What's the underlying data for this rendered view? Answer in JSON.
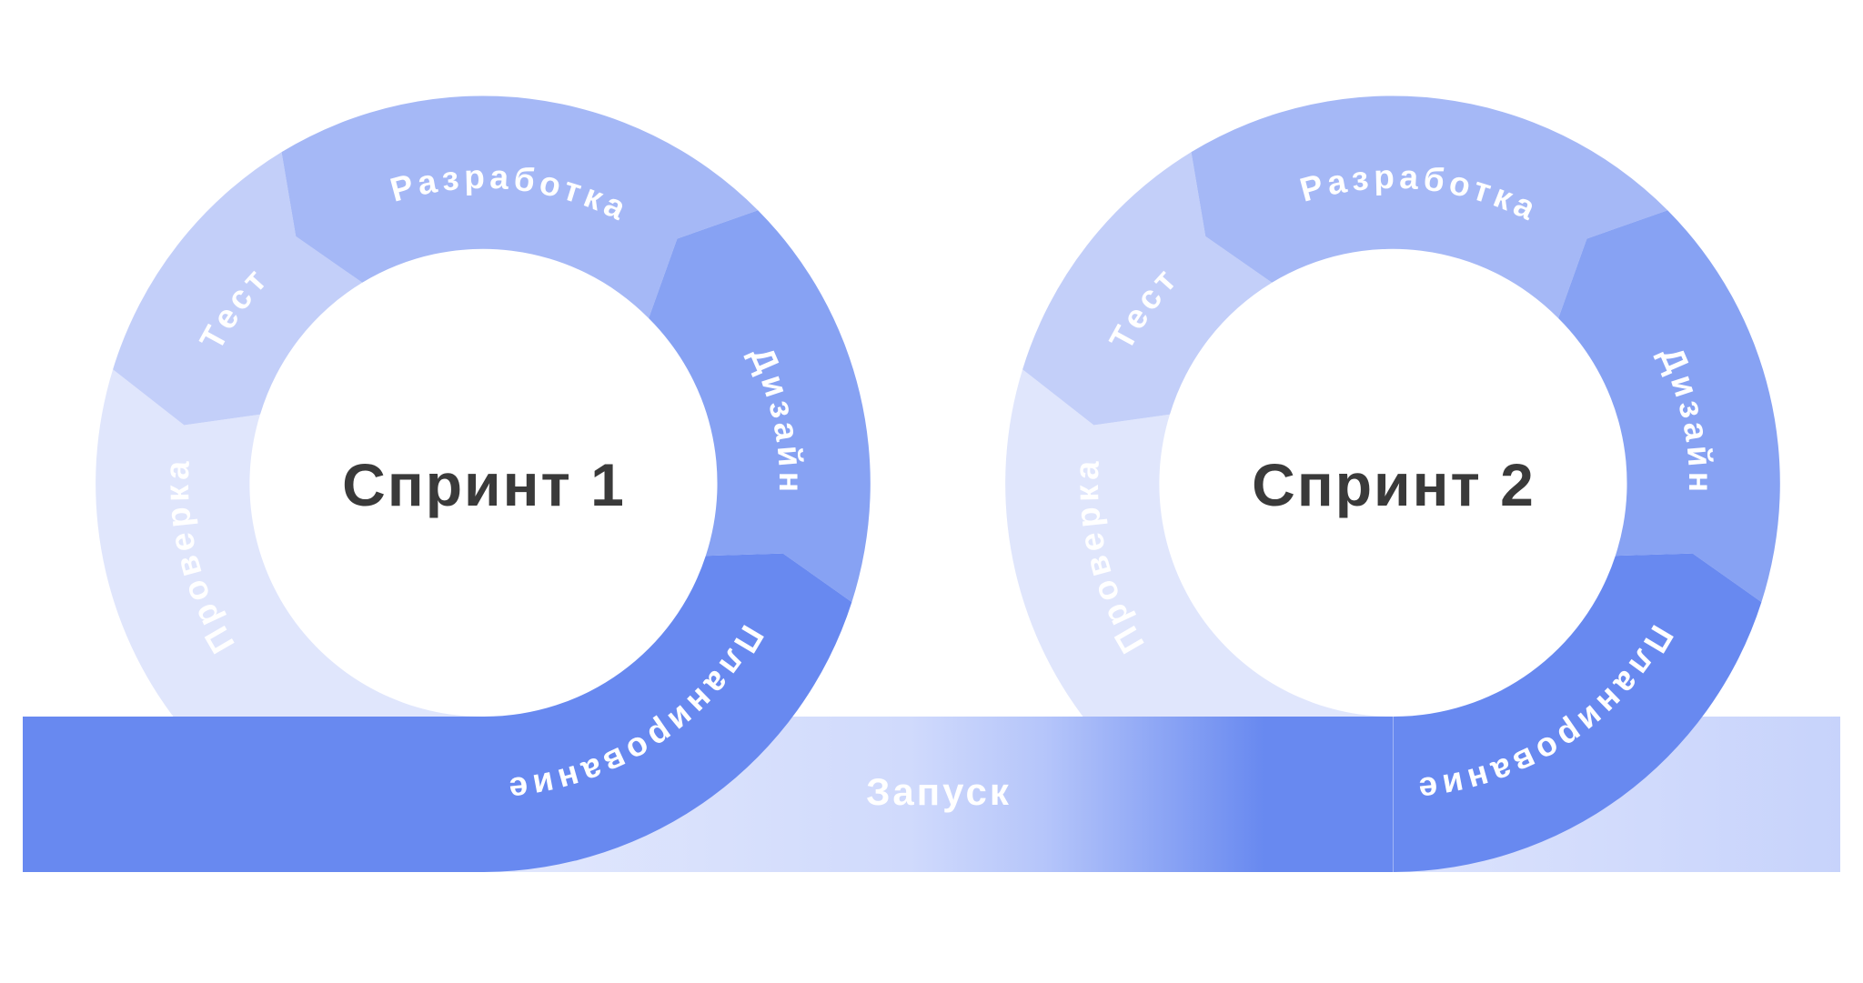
{
  "sprints": [
    {
      "title": "Спринт 1",
      "stages": {
        "development": "Разработка",
        "design": "Дизайн",
        "planning": "Планирование",
        "review": "Проверка",
        "test": "Тест"
      }
    },
    {
      "title": "Спринт 2",
      "stages": {
        "development": "Разработка",
        "design": "Дизайн",
        "planning": "Планирование",
        "review": "Проверка",
        "test": "Тест"
      }
    }
  ],
  "launch": {
    "label": "Запуск"
  },
  "colors": {
    "development": "#A5B8F6",
    "design": "#87A2F3",
    "planning": "#6889F0",
    "review": "#E0E6FC",
    "test": "#C3CFF9",
    "launch_light": "#DCE3FD",
    "title_text": "#3A3A3A"
  }
}
